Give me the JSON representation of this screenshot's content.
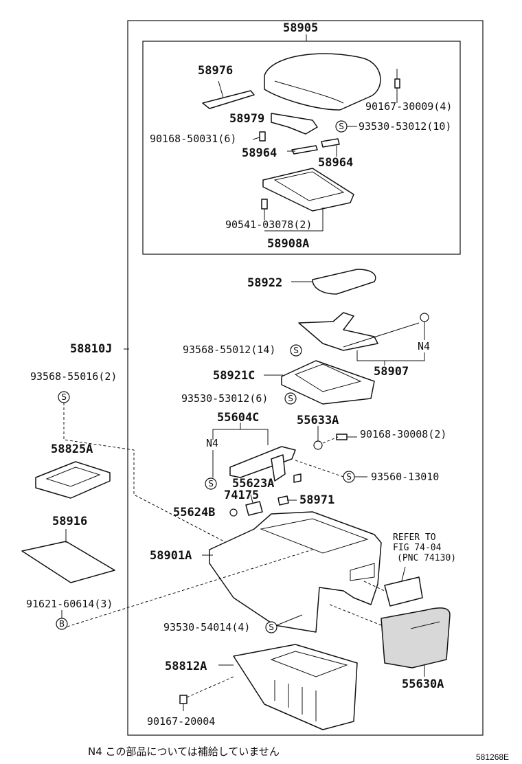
{
  "labels": {
    "p58905": "58905",
    "p58976": "58976",
    "p90167_30009": "90167-30009(4)",
    "p58979": "58979",
    "p93530_53012_10": "93530-53012(10)",
    "p90168_50031": "90168-50031(6)",
    "p58964a": "58964",
    "p58964b": "58964",
    "p90541_03078": "90541-03078(2)",
    "p58908A": "58908A",
    "p58922": "58922",
    "p58810J": "58810J",
    "p93568_55012": "93568-55012(14)",
    "pN4a": "N4",
    "p58907": "58907",
    "p93568_55016": "93568-55016(2)",
    "p58921C": "58921C",
    "p93530_53012_6": "93530-53012(6)",
    "p55604C": "55604C",
    "p55633A": "55633A",
    "p90168_30008": "90168-30008(2)",
    "pN4b": "N4",
    "p58825A": "58825A",
    "p93560_13010": "93560-13010",
    "p55623A": "55623A",
    "p74175": "74175",
    "p58971": "58971",
    "p55624B": "55624B",
    "p58916": "58916",
    "refer1": "REFER TO",
    "refer2": "FIG 74-04",
    "refer3": "(PNC 74130)",
    "p58901A": "58901A",
    "p91621_60614": "91621-60614(3)",
    "p93530_54014": "93530-54014(4)",
    "p58812A": "58812A",
    "p55630A": "55630A",
    "p90167_20004": "90167-20004"
  },
  "symbols": {
    "s": "S",
    "b": "B"
  },
  "footer": {
    "note": "N4  この部品については補給していません",
    "code": "581268E"
  }
}
